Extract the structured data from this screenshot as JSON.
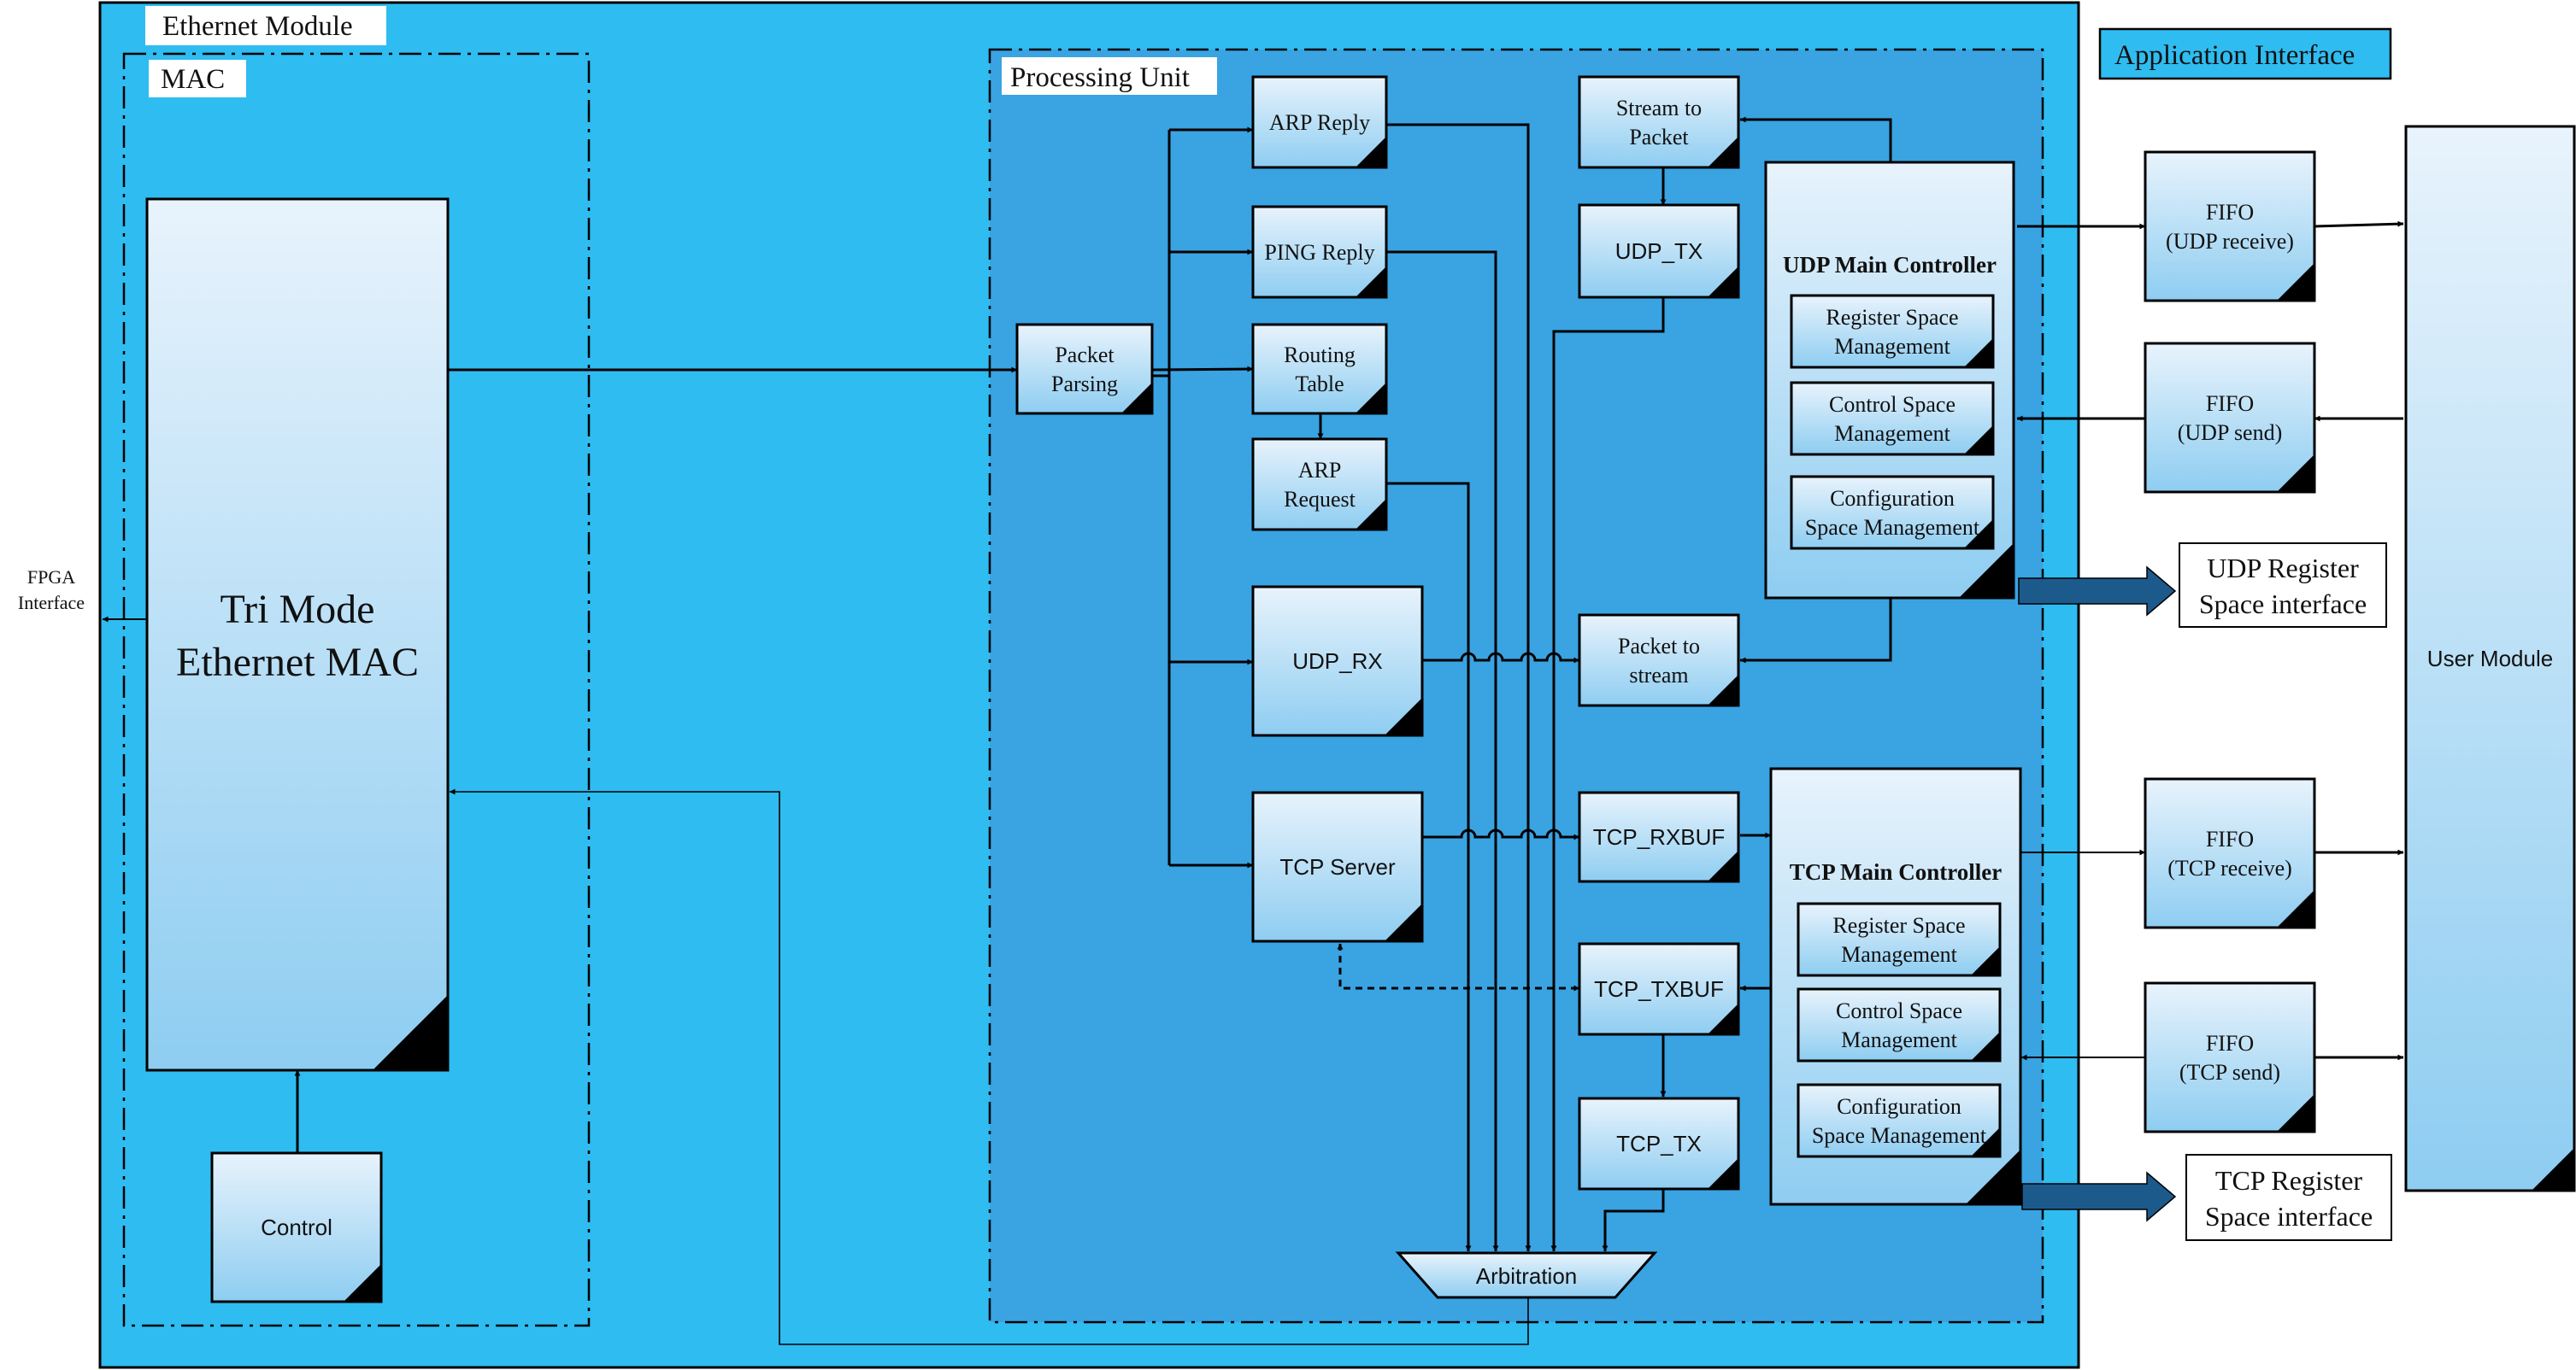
{
  "colors": {
    "module_bg": "#2fbcf0",
    "processing_bg": "#3aa3e2",
    "block_top": "#e8f3fc",
    "block_bottom": "#8ecdf1",
    "label_box": "#ffffff",
    "app_interface_bg": "#2fbcf0",
    "corner_mark": "#000000",
    "reg_arrow": "#1d5a8c"
  },
  "regions": {
    "ethernet_module": "Ethernet Module",
    "mac": "MAC",
    "processing_unit": "Processing Unit",
    "application_interface": "Application Interface"
  },
  "blocks": {
    "tri_mode_mac": [
      "Tri Mode",
      "Ethernet MAC"
    ],
    "control": [
      "Control"
    ],
    "packet_parsing": [
      "Packet",
      "Parsing"
    ],
    "arp_reply": [
      "ARP Reply"
    ],
    "ping_reply": [
      "PING Reply"
    ],
    "routing_table": [
      "Routing",
      "Table"
    ],
    "arp_request": [
      "ARP",
      "Request"
    ],
    "udp_rx": [
      "UDP_RX"
    ],
    "tcp_server": [
      "TCP Server"
    ],
    "stream_to_packet": [
      "Stream to",
      "Packet"
    ],
    "udp_tx": [
      "UDP_TX"
    ],
    "packet_to_stream": [
      "Packet to",
      "stream"
    ],
    "tcp_rxbuf": [
      "TCP_RXBUF"
    ],
    "tcp_txbuf": [
      "TCP_TXBUF"
    ],
    "tcp_tx": [
      "TCP_TX"
    ],
    "arbitration": [
      "Arbitration"
    ],
    "udp_main_controller": {
      "title": "UDP Main Controller",
      "register": [
        "Register Space",
        "Management"
      ],
      "control": [
        "Control Space",
        "Management"
      ],
      "configuration": [
        "Configuration",
        "Space Management"
      ]
    },
    "tcp_main_controller": {
      "title": "TCP Main Controller",
      "register": [
        "Register Space",
        "Management"
      ],
      "control": [
        "Control Space",
        "Management"
      ],
      "configuration": [
        "Configuration",
        "Space Management"
      ]
    },
    "fifo_udp_receive": [
      "FIFO",
      "(UDP receive)"
    ],
    "fifo_udp_send": [
      "FIFO",
      "(UDP send)"
    ],
    "fifo_tcp_receive": [
      "FIFO",
      "(TCP receive)"
    ],
    "fifo_tcp_send": [
      "FIFO",
      "(TCP send)"
    ],
    "user_module": [
      "User Module"
    ]
  },
  "external": {
    "fpga_interface": [
      "FPGA",
      "Interface"
    ],
    "udp_register_interface": [
      "UDP Register",
      "Space interface"
    ],
    "tcp_register_interface": [
      "TCP Register",
      "Space interface"
    ]
  }
}
